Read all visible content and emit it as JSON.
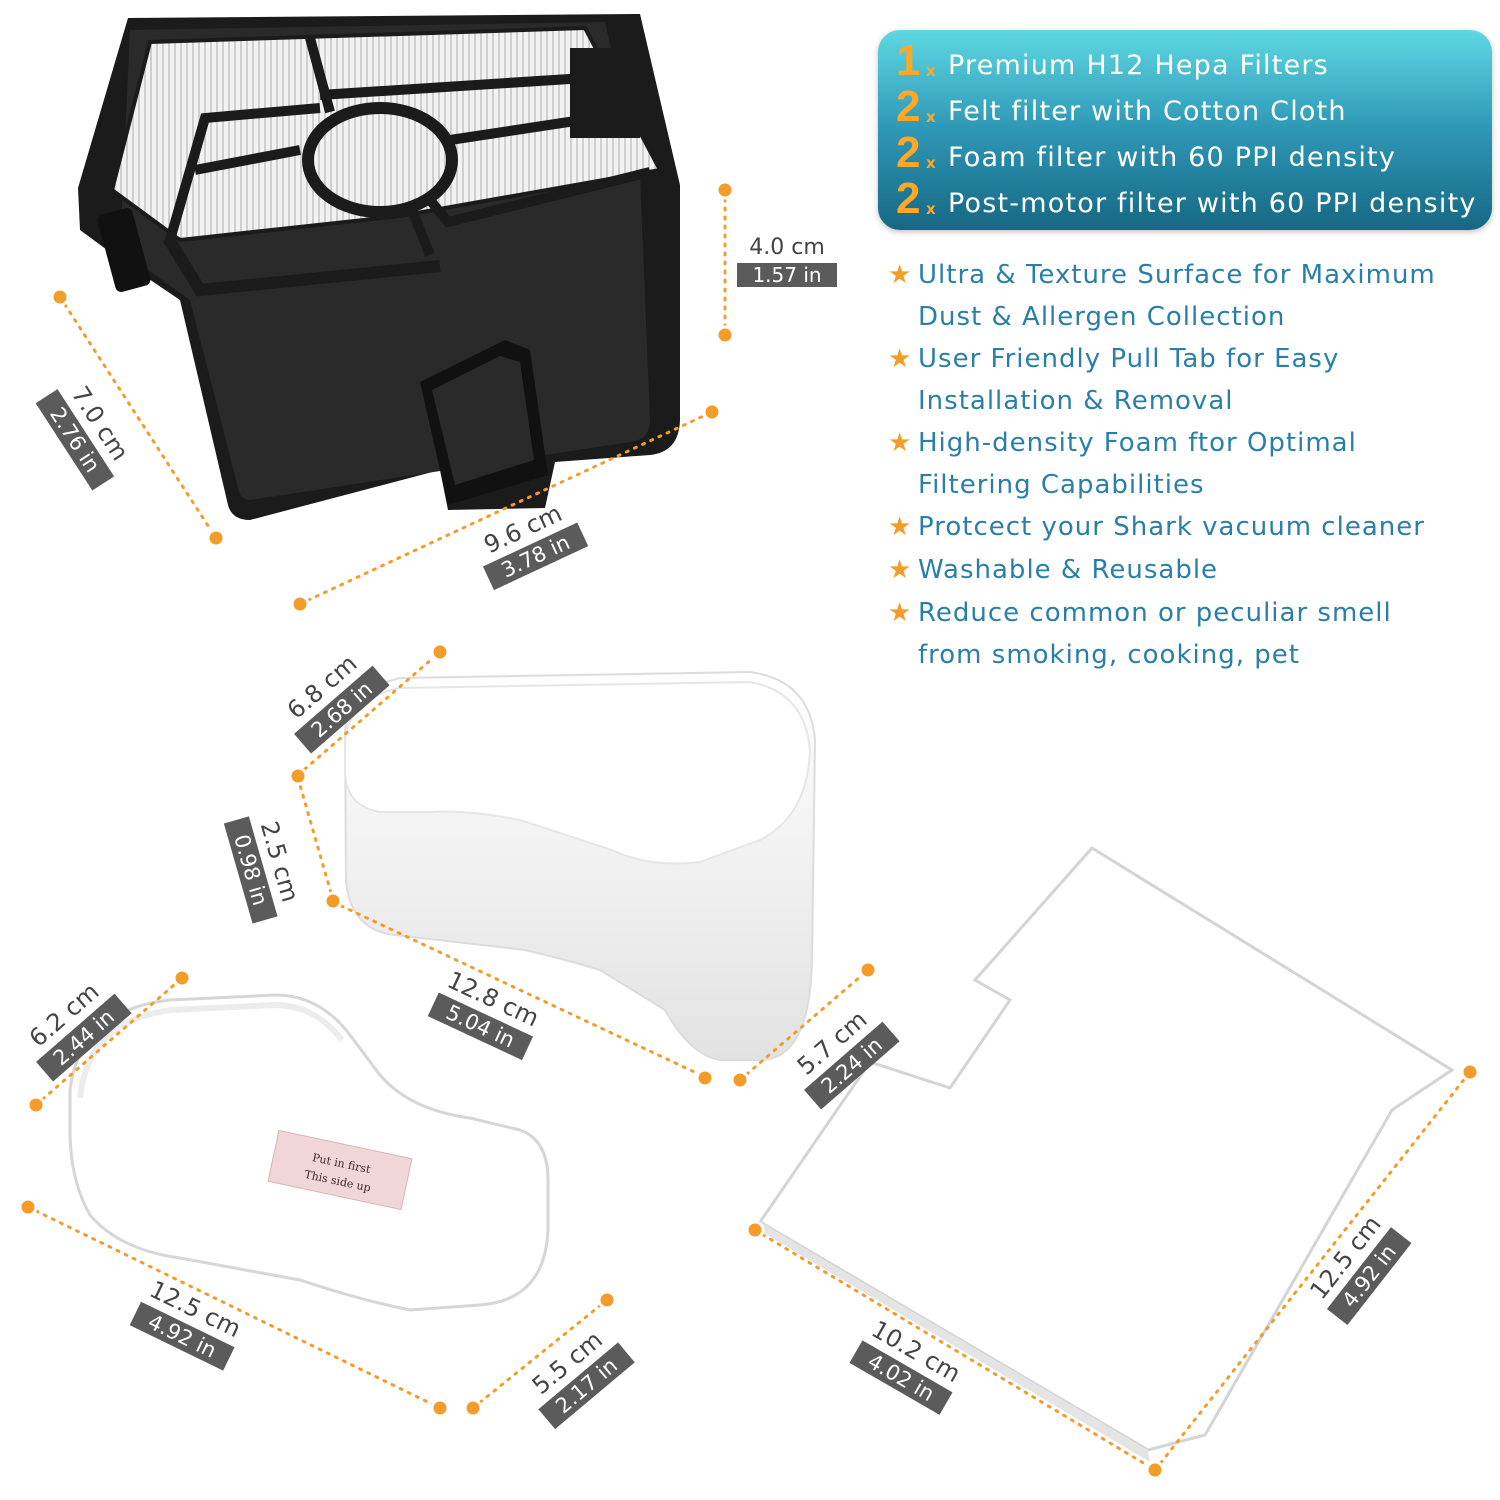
{
  "package": [
    {
      "qty": "1",
      "x": "x",
      "label": "Premium H12 Hepa Filters"
    },
    {
      "qty": "2",
      "x": "x",
      "label": "Felt filter with Cotton Cloth"
    },
    {
      "qty": "2",
      "x": "x",
      "label": "Foam filter with 60 PPI density"
    },
    {
      "qty": "2",
      "x": "x",
      "label": "Post-motor filter with 60 PPI density"
    }
  ],
  "features": [
    {
      "line1": "Ultra & Texture Surface for Maximum",
      "line2": "Dust & Allergen Collection"
    },
    {
      "line1": "User Friendly Pull Tab for Easy",
      "line2": "Installation & Removal"
    },
    {
      "line1": "High-density Foam ftor Optimal",
      "line2": "Filtering Capabilities"
    },
    {
      "line1": "Protcect your Shark vacuum cleaner",
      "line2": ""
    },
    {
      "line1": "Washable & Reusable",
      "line2": ""
    },
    {
      "line1": "Reduce common or peculiar smell",
      "line2": "from smoking, cooking, pet"
    }
  ],
  "hepa": {
    "height": {
      "cm": "4.0 cm",
      "in": "1.57 in"
    },
    "depth": {
      "cm": "7.0 cm",
      "in": "2.76 in"
    },
    "width": {
      "cm": "9.6 cm",
      "in": "3.78 in"
    }
  },
  "foam": {
    "width": {
      "cm": "6.8 cm",
      "in": "2.68 in"
    },
    "height": {
      "cm": "2.5 cm",
      "in": "0.98 in"
    },
    "length": {
      "cm": "12.8 cm",
      "in": "5.04 in"
    }
  },
  "felt": {
    "width": {
      "cm": "6.2 cm",
      "in": "2.44 in"
    },
    "length": {
      "cm": "12.5 cm",
      "in": "4.92 in"
    },
    "tag_line1": "Put in first",
    "tag_line2": "This side up"
  },
  "post_motor": {
    "tab": {
      "cm": "5.5 cm",
      "in": "2.17 in"
    },
    "notch": {
      "cm": "5.7 cm",
      "in": "2.24 in"
    },
    "width": {
      "cm": "10.2 cm",
      "in": "4.02 in"
    },
    "length": {
      "cm": "12.5 cm",
      "in": "4.92 in"
    }
  },
  "colors": {
    "accent": "#f39c2a",
    "text": "#2a7fa8",
    "label_bg": "#5b5b5b"
  }
}
